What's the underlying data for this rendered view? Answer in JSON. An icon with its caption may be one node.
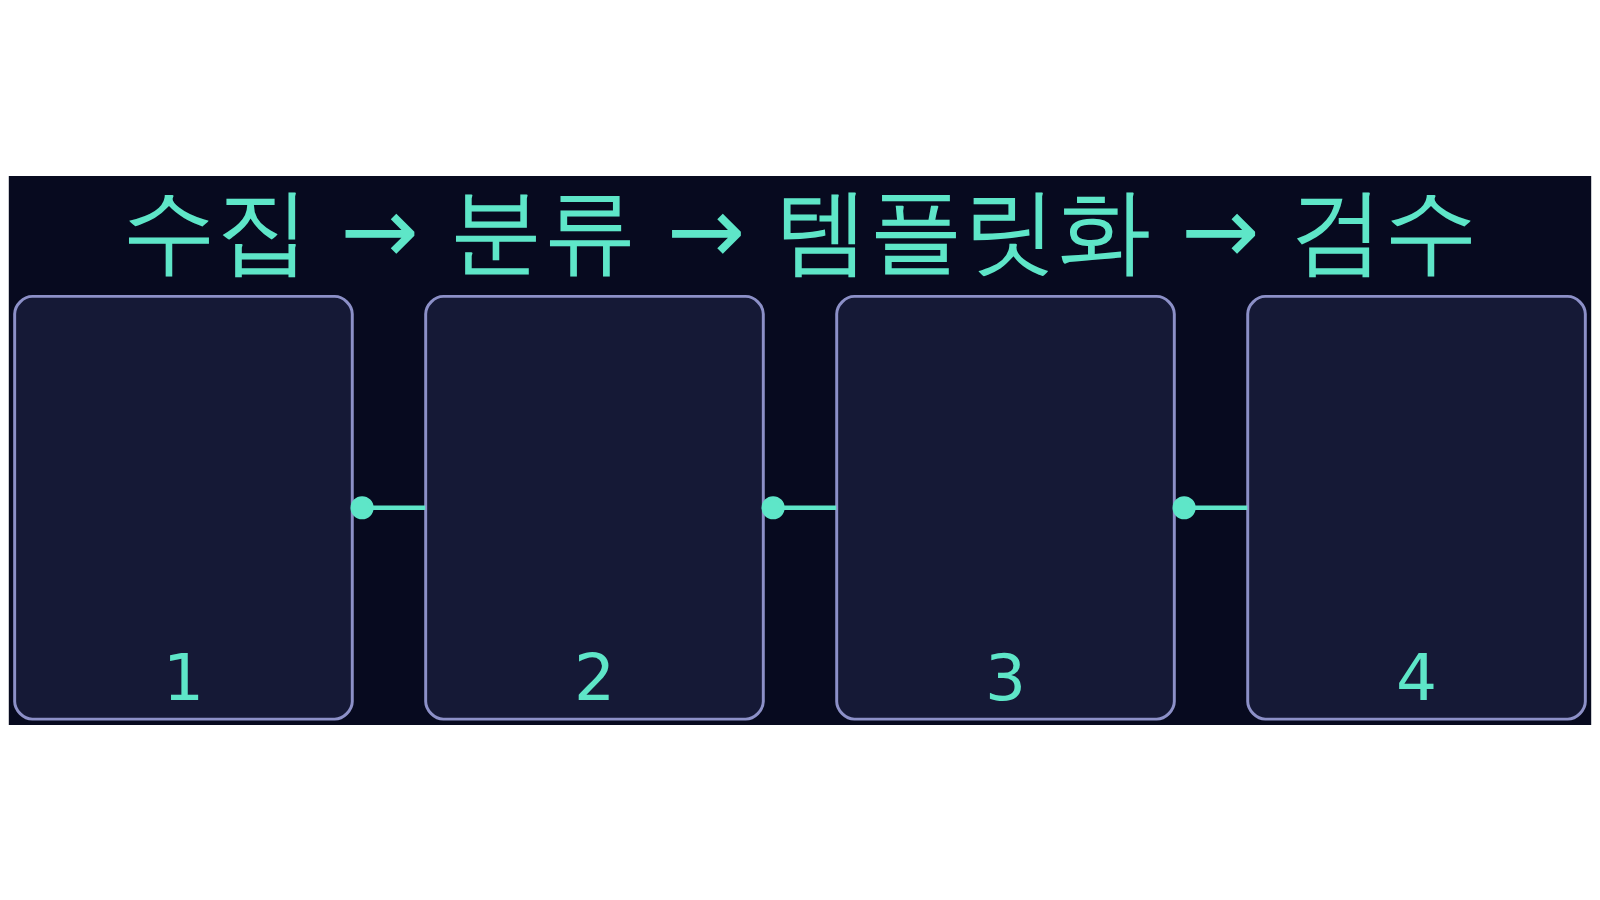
{
  "diagram": {
    "title": "수집 → 분류 → 템플릿화 → 검수",
    "nodes": [
      {
        "text": [
          "1"
        ]
      },
      {
        "text": [
          "2"
        ]
      },
      {
        "text": [
          "3"
        ]
      },
      {
        "text": [
          "4"
        ]
      }
    ],
    "edges": [
      {
        "from": 0,
        "to": 1,
        "arrow": "other"
      },
      {
        "from": 1,
        "to": 2,
        "arrow": "other"
      },
      {
        "from": 2,
        "to": 3,
        "arrow": "other"
      }
    ]
  }
}
